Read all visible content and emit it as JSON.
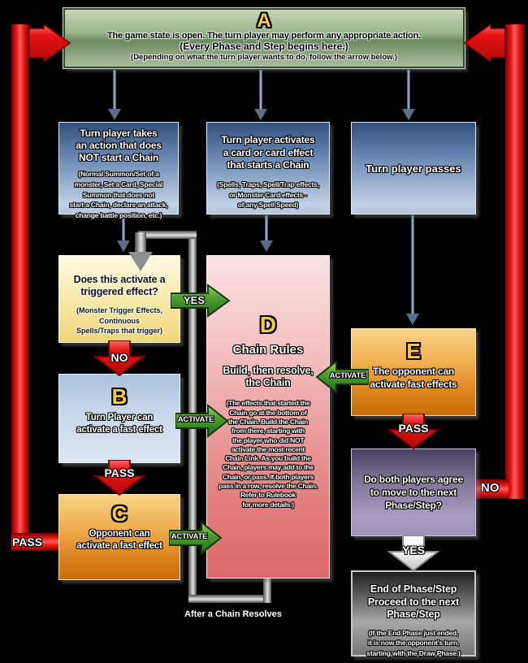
{
  "boxA": {
    "letter": "A",
    "line1": "The game state is open. The turn player may perform any appropriate action.",
    "line2": "(Every Phase and Step begins here.)",
    "line3": "(Depending on what the turn player wants to do, follow the arrow below.)"
  },
  "boxNoChain": {
    "title": "Turn player takes\nan action that does\nNOT start a Chain",
    "sub": "(Normal Summon/Set  of a\nmonster, Set a Card, Special\nSummon that does not\nstart a Chain, declare an attack,\nchange battle position, etc.)"
  },
  "boxStartChain": {
    "title": "Turn player activates\na card or card effect\nthat starts a Chain",
    "sub": "(Spells, Traps, Spell/Trap effects,\nor Monster Card effects -\nof any Spell Speed)"
  },
  "boxPasses": {
    "title": "Turn player passes"
  },
  "boxTrigger": {
    "title": "Does this activate a\ntriggered effect?",
    "sub": "(Monster Trigger Effects,\nContinuous\nSpells/Traps that trigger)"
  },
  "boxB": {
    "letter": "B",
    "title": "Turn Player can\nactivate a fast effect"
  },
  "boxC": {
    "letter": "C",
    "title": "Opponent can\nactivate a fast effect"
  },
  "boxD": {
    "letter": "D",
    "title": "Chain Rules",
    "subtitle": "Build, then resolve,\nthe Chain",
    "body": "(The effects that started  the\nChain go at the bottom of\nthe Chain. Build the Chain\nfrom there, starting with\nthe player  who did NOT\nactivate the most recent\nChain Link.  As you build the\nChain, players may add to the\nChain, or pass. If both players\npass in a row, resolve the Chain.\nRefer to Rulebook\nfor more details.)"
  },
  "boxE": {
    "letter": "E",
    "title": "The opponent can\nactivate fast effects"
  },
  "boxAgree": {
    "title": "Do both players agree\nto move to the next\nPhase/Step?"
  },
  "boxEnd": {
    "title": "End of Phase/Step\nProceed to the next\nPhase/Step",
    "sub": "(If the End Phase just ended,\nit is now the opponent's turn,\nstarting with the Draw Phase.)"
  },
  "labels": {
    "yes": "YES",
    "no": "NO",
    "pass": "PASS",
    "activate": "ACTIVATE",
    "after_chain": "After a Chain Resolves"
  },
  "colors": {
    "red_arrow": "#ef1515",
    "green_arrow": "#2f7d24",
    "letter_gold": "#f9ca45",
    "background": "#000000"
  }
}
